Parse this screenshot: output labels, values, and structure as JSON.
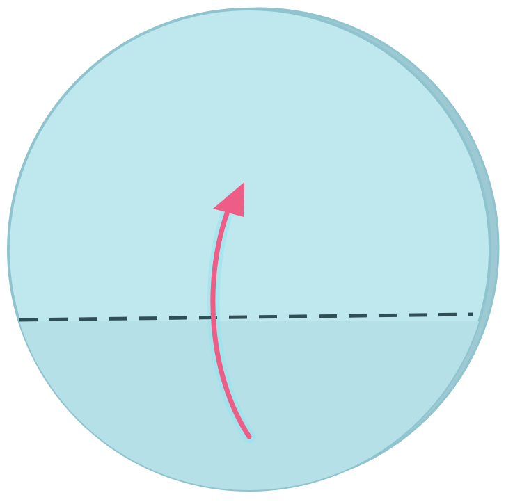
{
  "diagram": {
    "shape": "circle",
    "fold_line": "dashed",
    "arrow_direction": "upward-curved",
    "colors": {
      "paper": "#bfe7ee",
      "paper_lower": "#b5e0e8",
      "paper_edge": "#8fc4ce",
      "paper_back_edge": "#9cc9d2",
      "fold_line": "#2f4f56",
      "arrow": "#ee5d86",
      "glow": "#7fe6f0"
    }
  }
}
